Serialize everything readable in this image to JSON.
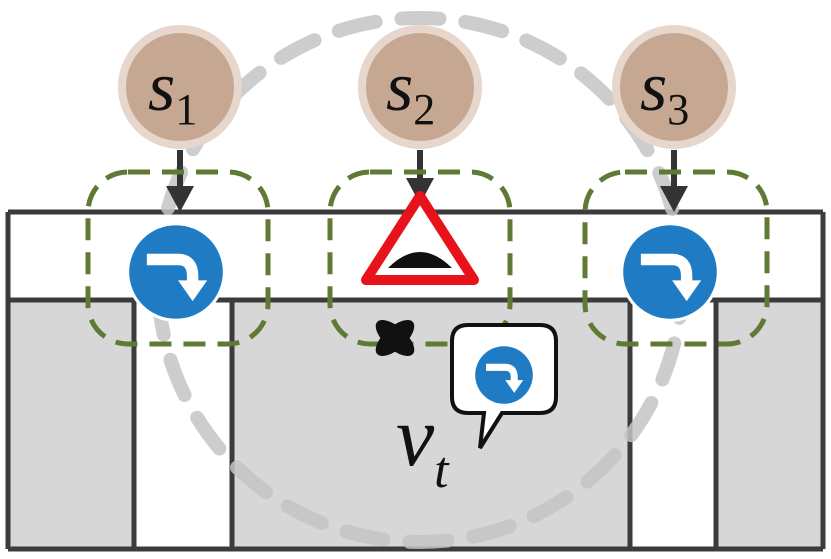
{
  "sensors": [
    {
      "letter": "s",
      "index": "1"
    },
    {
      "letter": "s",
      "index": "2"
    },
    {
      "letter": "s",
      "index": "3"
    }
  ],
  "vehicle": {
    "letter": "v",
    "index": "t"
  },
  "colors": {
    "sensor_fill": "#c6a892",
    "sensor_ring": "#e6d6cb",
    "road_line": "#3b3b3b",
    "block_fill": "#d7d7d7",
    "sign_blue": "#1f7cc4",
    "warning_red": "#e8121a",
    "zone_dash": "#5e7a35",
    "range_dash": "#c8c8c8",
    "arrow": "#333333"
  },
  "signs": [
    {
      "type": "turn-right-sign-icon"
    },
    {
      "type": "speed-bump-warning-icon"
    },
    {
      "type": "turn-right-sign-icon"
    }
  ]
}
